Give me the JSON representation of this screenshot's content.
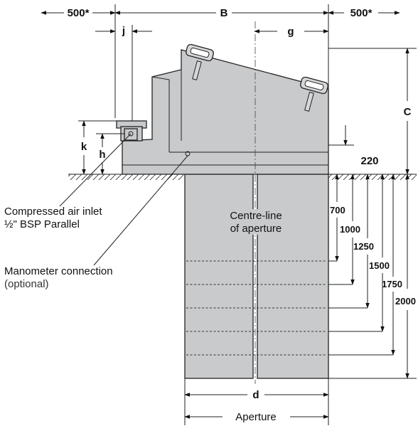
{
  "dimensions": {
    "clearance_left": "500*",
    "clearance_right": "500*",
    "width": "B",
    "g": "g",
    "j": "j",
    "c": "C",
    "k": "k",
    "h": "h",
    "d": "d",
    "height_220": "220"
  },
  "depths": [
    "700",
    "1000",
    "1250",
    "1500",
    "1750",
    "2000"
  ],
  "labels": {
    "centre_line_1": "Centre-line",
    "centre_line_2": "of aperture",
    "air_inlet_1": "Compressed air inlet",
    "air_inlet_2": "½\" BSP Parallel",
    "manometer_1": "Manometer connection",
    "manometer_2": "(optional)",
    "aperture": "Aperture"
  }
}
